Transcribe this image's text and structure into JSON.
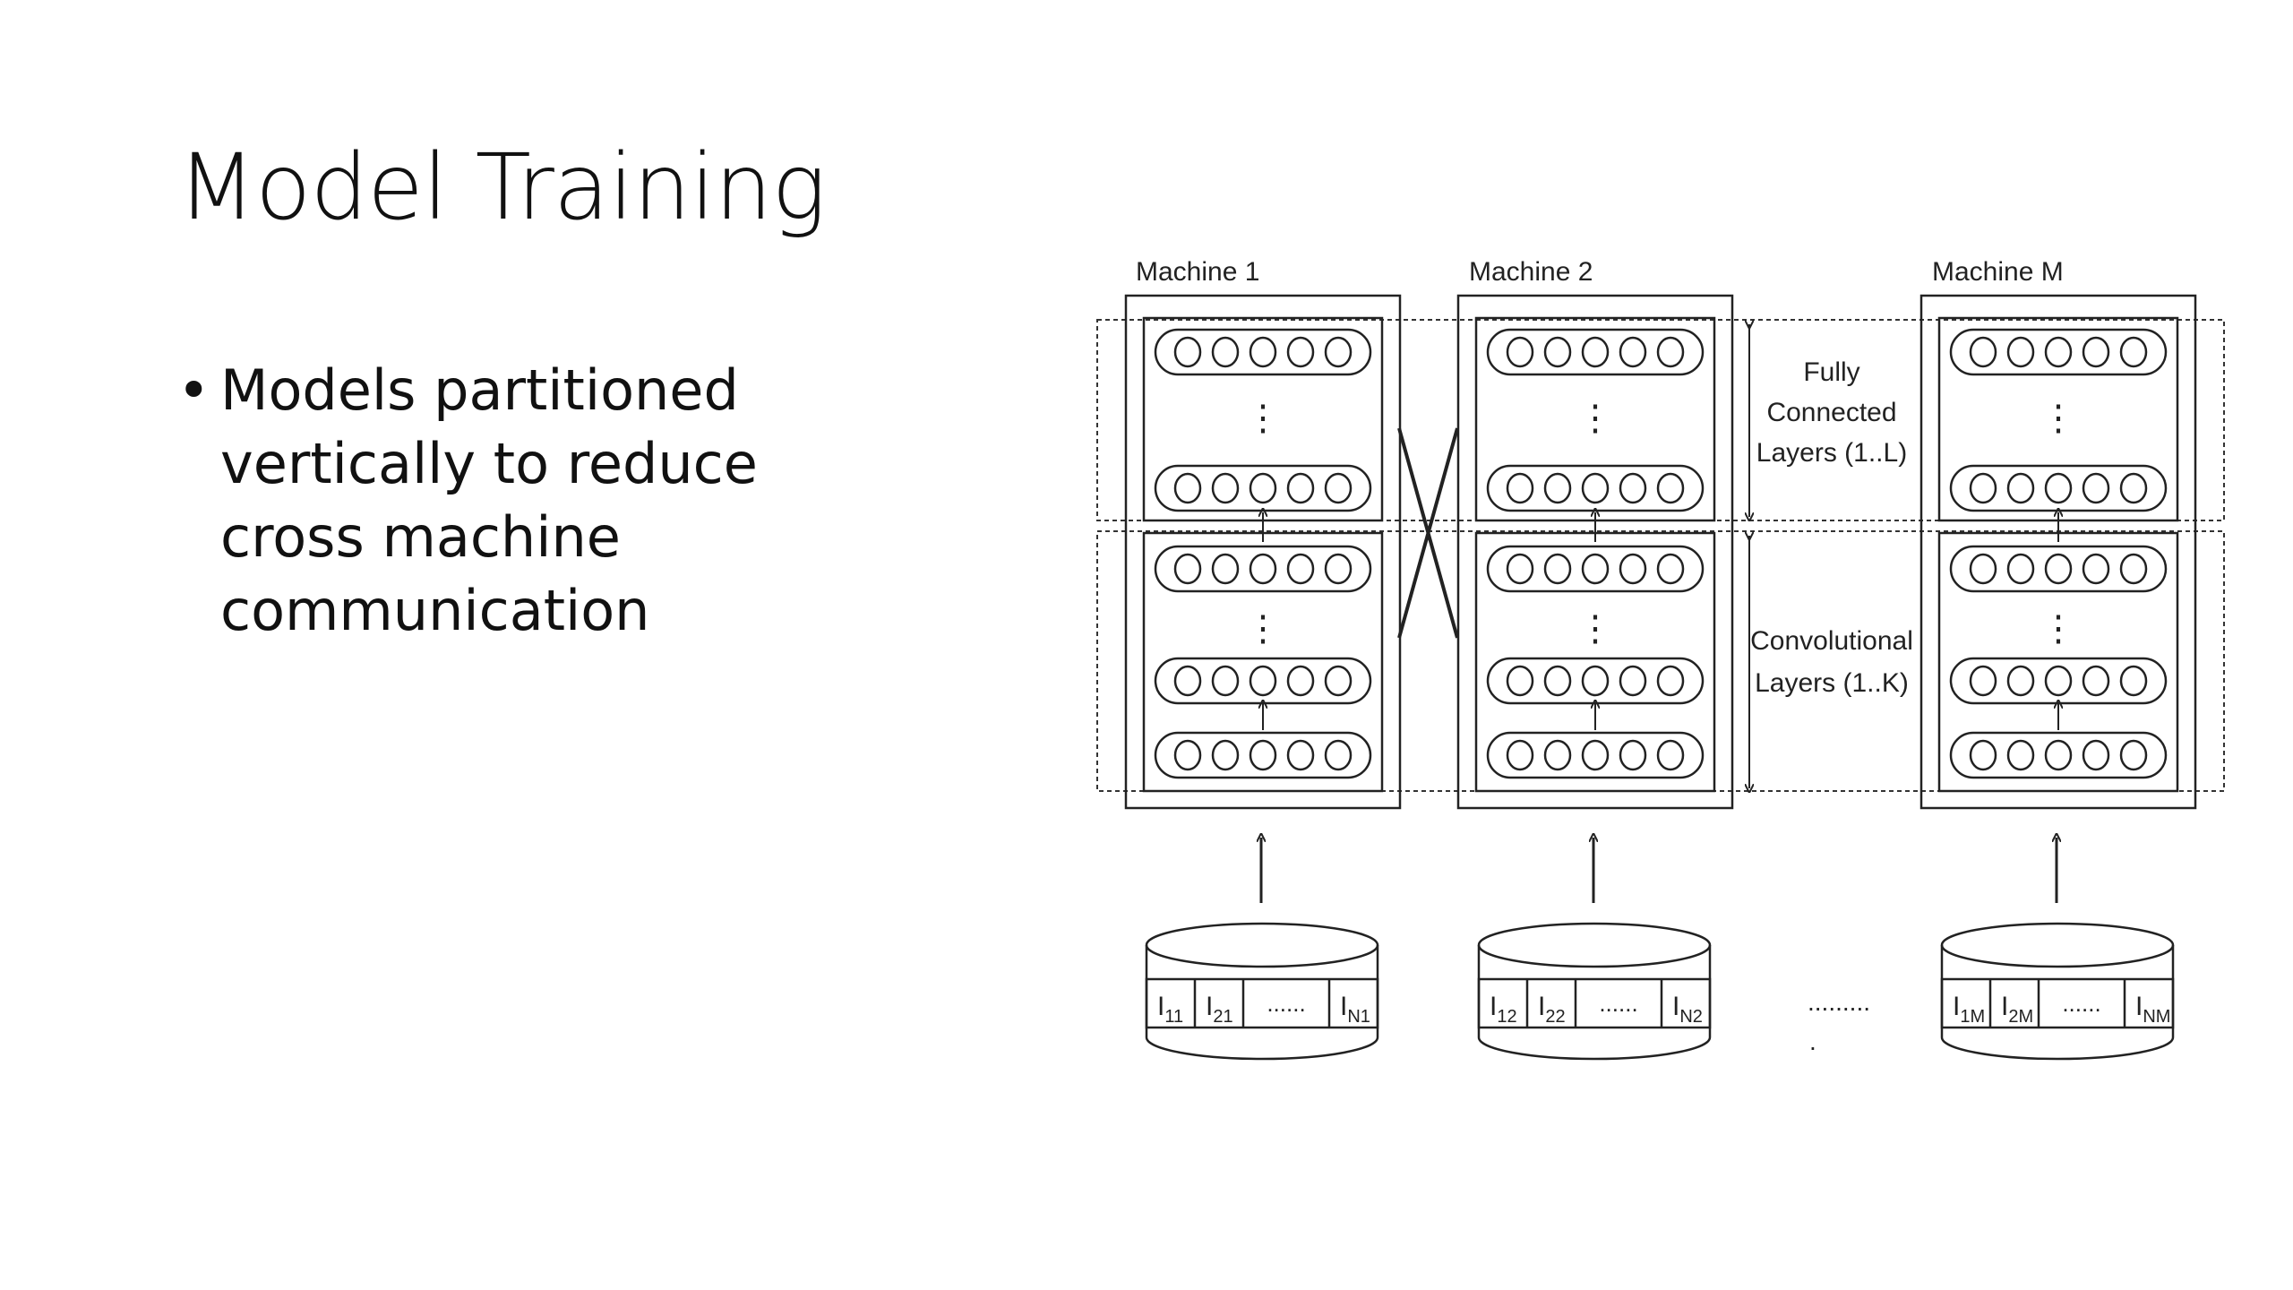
{
  "slide": {
    "title": "Model Training",
    "bullets": [
      "Models partitioned vertically to reduce cross machine communication"
    ],
    "bullet_symbol": "•"
  },
  "diagram": {
    "machines": [
      {
        "label": "Machine 1",
        "shard": [
          "I",
          "11",
          "I",
          "21",
          "I",
          "N1"
        ]
      },
      {
        "label": "Machine 2",
        "shard": [
          "I",
          "12",
          "I",
          "22",
          "I",
          "N2"
        ]
      },
      {
        "label": "Machine M",
        "shard": [
          "I",
          "1M",
          "I",
          "2M",
          "I",
          "NM"
        ]
      }
    ],
    "fc_label": [
      "Fully",
      "Connected",
      "Layers (1..L)"
    ],
    "conv_label": [
      "Convolutional",
      "Layers (1..K)"
    ],
    "shard_ellipsis": "......",
    "between_ellipsis": ".........",
    "between_dot": ".",
    "vertical_dots": "⋮",
    "stroke_color": "#222222"
  }
}
